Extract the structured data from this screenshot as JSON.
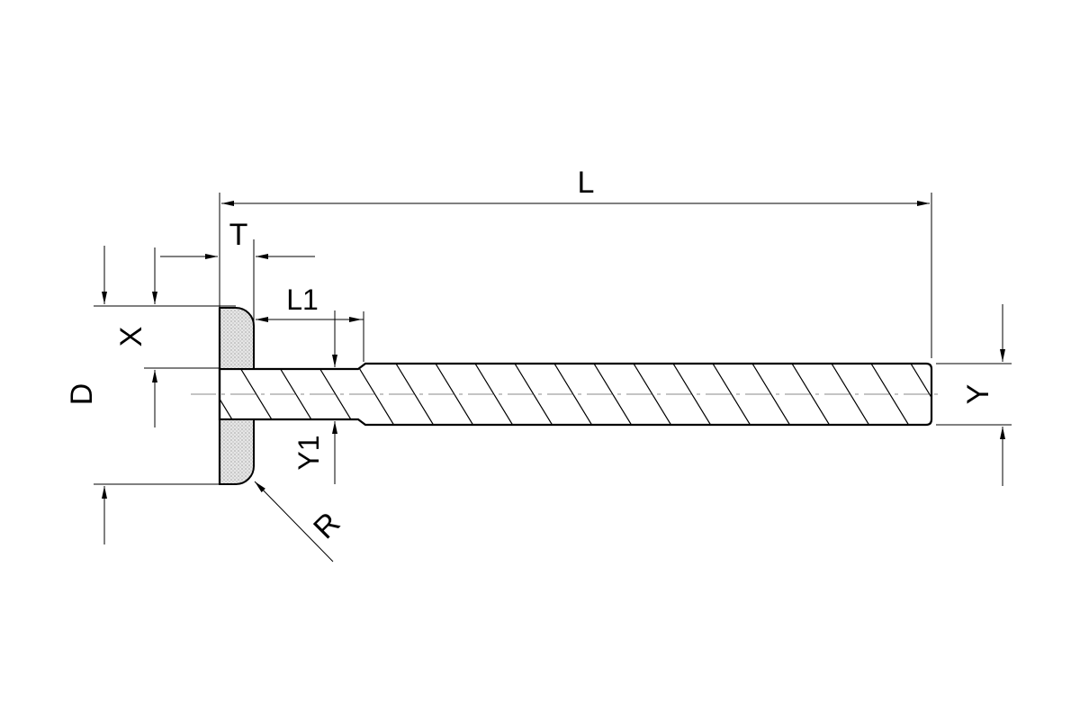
{
  "diagram": {
    "colors": {
      "line": "#000000",
      "hatch": "#000000",
      "grit": "#e3e3e3",
      "background": "#ffffff"
    },
    "labels": {
      "L": "L",
      "T": "T",
      "L1": "L1",
      "X": "X",
      "D": "D",
      "Y": "Y",
      "Y1": "Y1",
      "R": "R"
    }
  }
}
